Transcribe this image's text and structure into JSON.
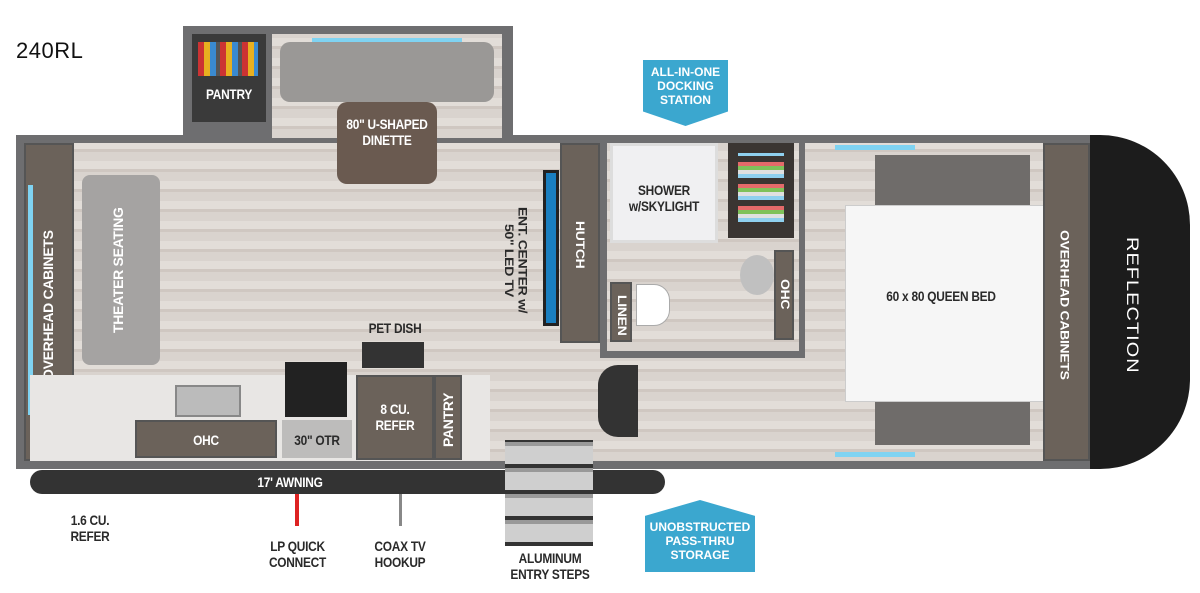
{
  "model": "240RL",
  "brand": "REFLECTION",
  "rooms": {
    "pantry_top": "PANTRY",
    "dinette": "80\" U-SHAPED DINETTE",
    "ent_center": "ENT. CENTER w/ 50\" LED TV",
    "hutch": "HUTCH",
    "shower": "SHOWER w/SKYLIGHT",
    "linen": "LINEN",
    "ohc_bath": "OHC",
    "bed": "60 x 80 QUEEN BED",
    "overhead_front": "OVERHEAD CABINETS",
    "overhead_rear": "OVERHEAD CABINETS",
    "theater": "THEATER SEATING",
    "pet_dish": "PET DISH",
    "ohc_kitchen": "OHC",
    "otr": "30\" OTR",
    "refer": "8 CU. REFER",
    "pantry_kitchen": "PANTRY"
  },
  "exterior": {
    "awning": "17' AWNING",
    "mini_refer": "1.6 CU. REFER",
    "lp": "LP QUICK CONNECT",
    "coax": "COAX TV HOOKUP",
    "steps": "ALUMINUM ENTRY STEPS"
  },
  "badges": {
    "docking": "ALL-IN-ONE DOCKING STATION",
    "storage": "UNOBSTRUCTED PASS-THRU STORAGE"
  },
  "colors": {
    "badge": "#3ba7cf",
    "wall": "#6e6e70",
    "accent_light": "#7fd3f2"
  }
}
